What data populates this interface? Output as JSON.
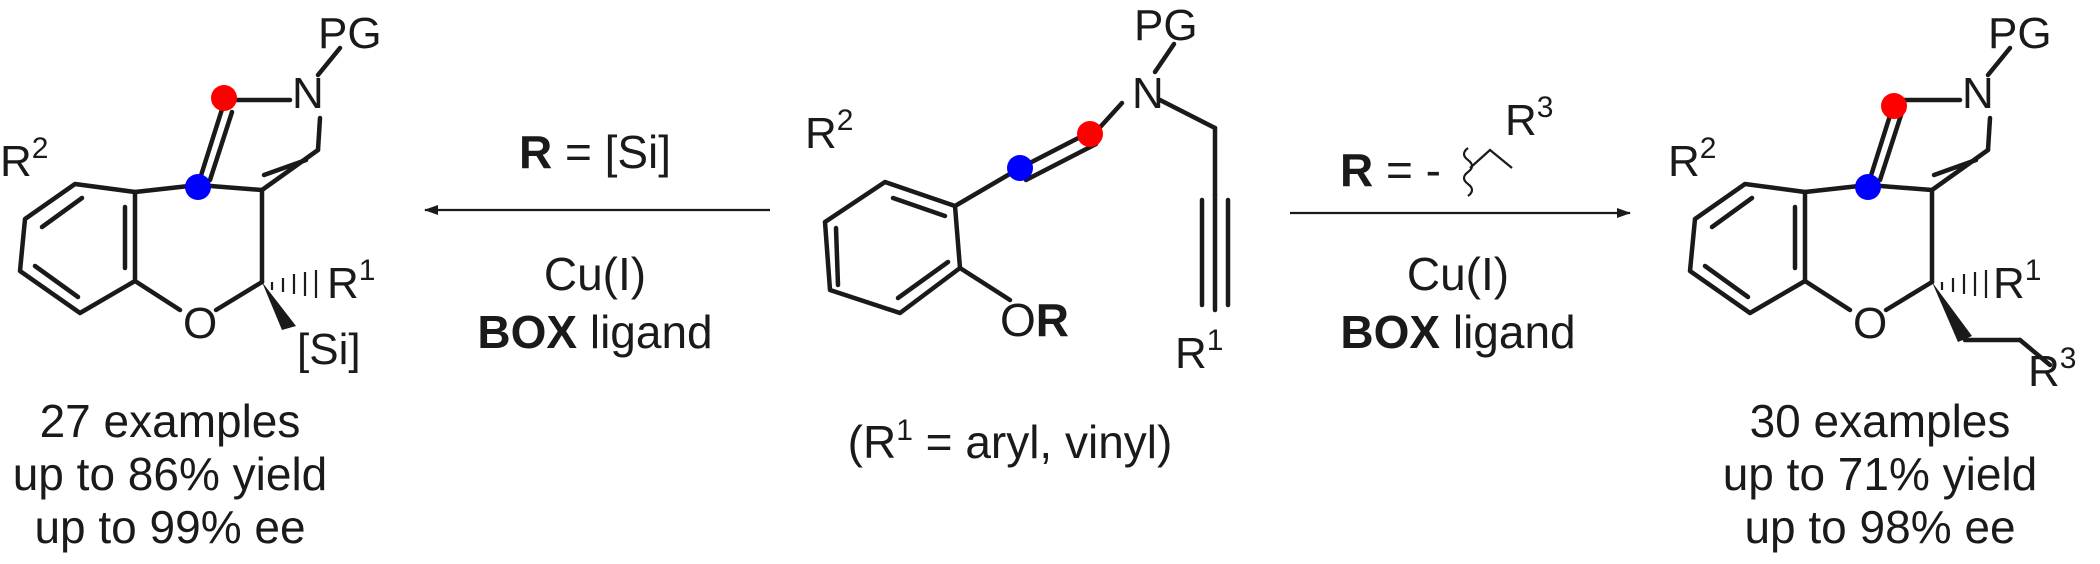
{
  "left_product": {
    "pg": "PG",
    "n": "N",
    "o": "O",
    "r2": "R",
    "r2_sup": "2",
    "r1": "R",
    "r1_sup": "1",
    "si": "[Si]",
    "stats": [
      "27 examples",
      "up to 86% yield",
      "up to 99% ee"
    ]
  },
  "left_arrow": {
    "r_label": "R",
    "r_value": " = [Si]",
    "catalyst": "Cu(I)",
    "ligand_bold": "BOX",
    "ligand_rest": " ligand"
  },
  "substrate": {
    "pg": "PG",
    "n": "N",
    "r2": "R",
    "r2_sup": "2",
    "o": "O",
    "r_bold": "R",
    "r1": "R",
    "r1_sup": "1",
    "note_open": "(R",
    "note_sup": "1",
    "note_rest": " = aryl, vinyl)"
  },
  "right_arrow": {
    "r_label": "R",
    "r_value": " = -",
    "r3": "R",
    "r3_sup": "3",
    "catalyst": "Cu(I)",
    "ligand_bold": "BOX",
    "ligand_rest": " ligand"
  },
  "right_product": {
    "pg": "PG",
    "n": "N",
    "o": "O",
    "r2": "R",
    "r2_sup": "2",
    "r1": "R",
    "r1_sup": "1",
    "r3": "R",
    "r3_sup": "3",
    "stats": [
      "30 examples",
      "up to 71% yield",
      "up to 98% ee"
    ]
  },
  "colors": {
    "red_atom": "#ff0000",
    "blue_atom": "#0000ff",
    "ink": "#1a1a1a"
  }
}
